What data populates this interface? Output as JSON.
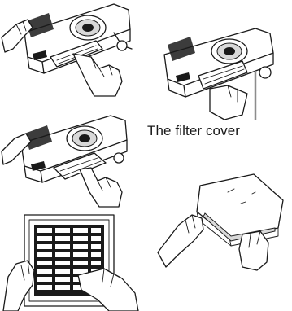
{
  "figures": [
    {
      "name": "step-1-pull-filter-unit"
    },
    {
      "name": "step-2-filter-cover-callout"
    },
    {
      "name": "step-3-remove-filter-unit"
    },
    {
      "name": "step-4-filter-frame"
    },
    {
      "name": "step-5-remove-filter-cover"
    }
  ],
  "callout": {
    "label": "The filter cover"
  }
}
